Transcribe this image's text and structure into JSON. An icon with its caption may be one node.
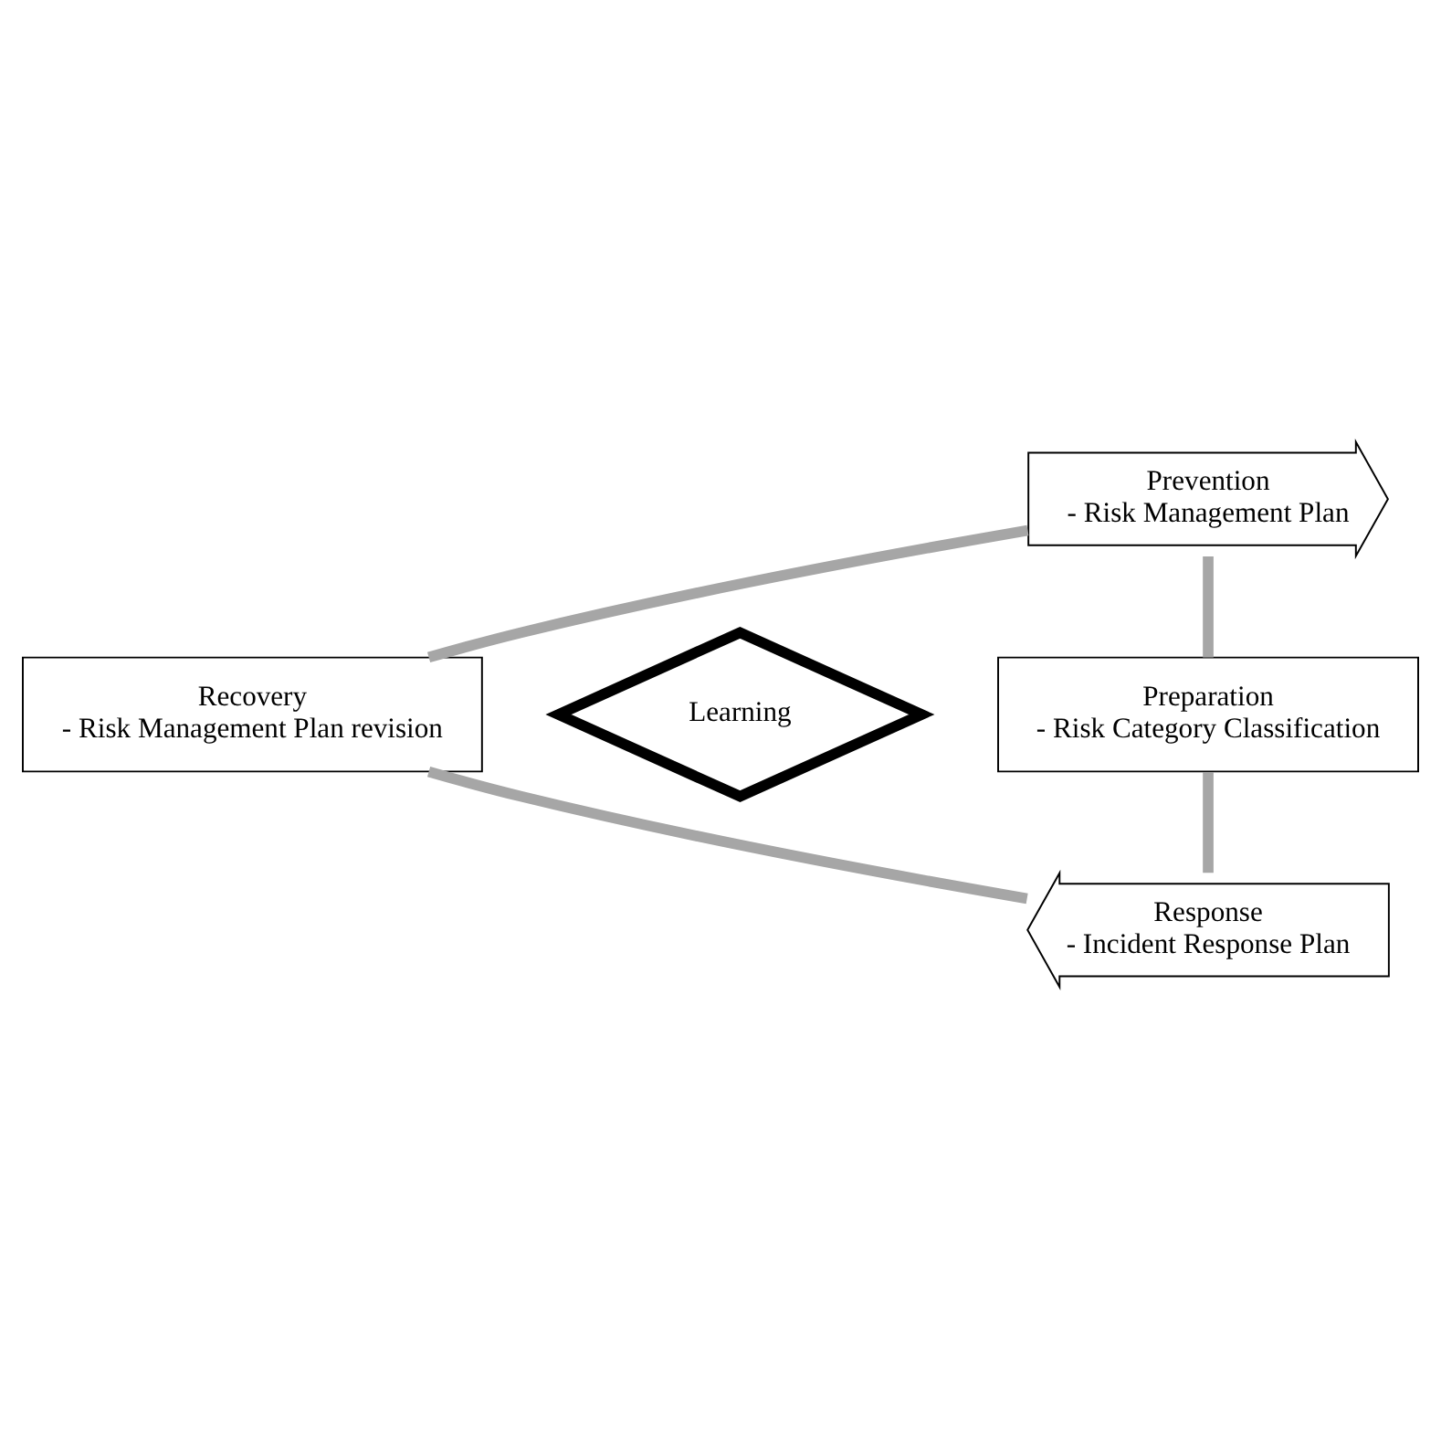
{
  "diagram": {
    "nodes": [
      {
        "text": [
          "Prevention",
          "- Risk Management Plan"
        ]
      },
      {
        "text": [
          "Preparation",
          "- Risk Category Classification"
        ]
      },
      {
        "text": [
          "Response",
          "- Incident Response Plan"
        ]
      },
      {
        "text": [
          "Recovery",
          "- Risk Management Plan revision"
        ]
      },
      {
        "text": [
          "Learning"
        ]
      }
    ],
    "edges": [
      {
        "from": 0,
        "to": 1,
        "arrow": "none"
      },
      {
        "from": 1,
        "to": 2,
        "arrow": "none"
      },
      {
        "from": 2,
        "to": 3,
        "arrow": "none"
      },
      {
        "from": 3,
        "to": 0,
        "arrow": "none"
      }
    ]
  }
}
